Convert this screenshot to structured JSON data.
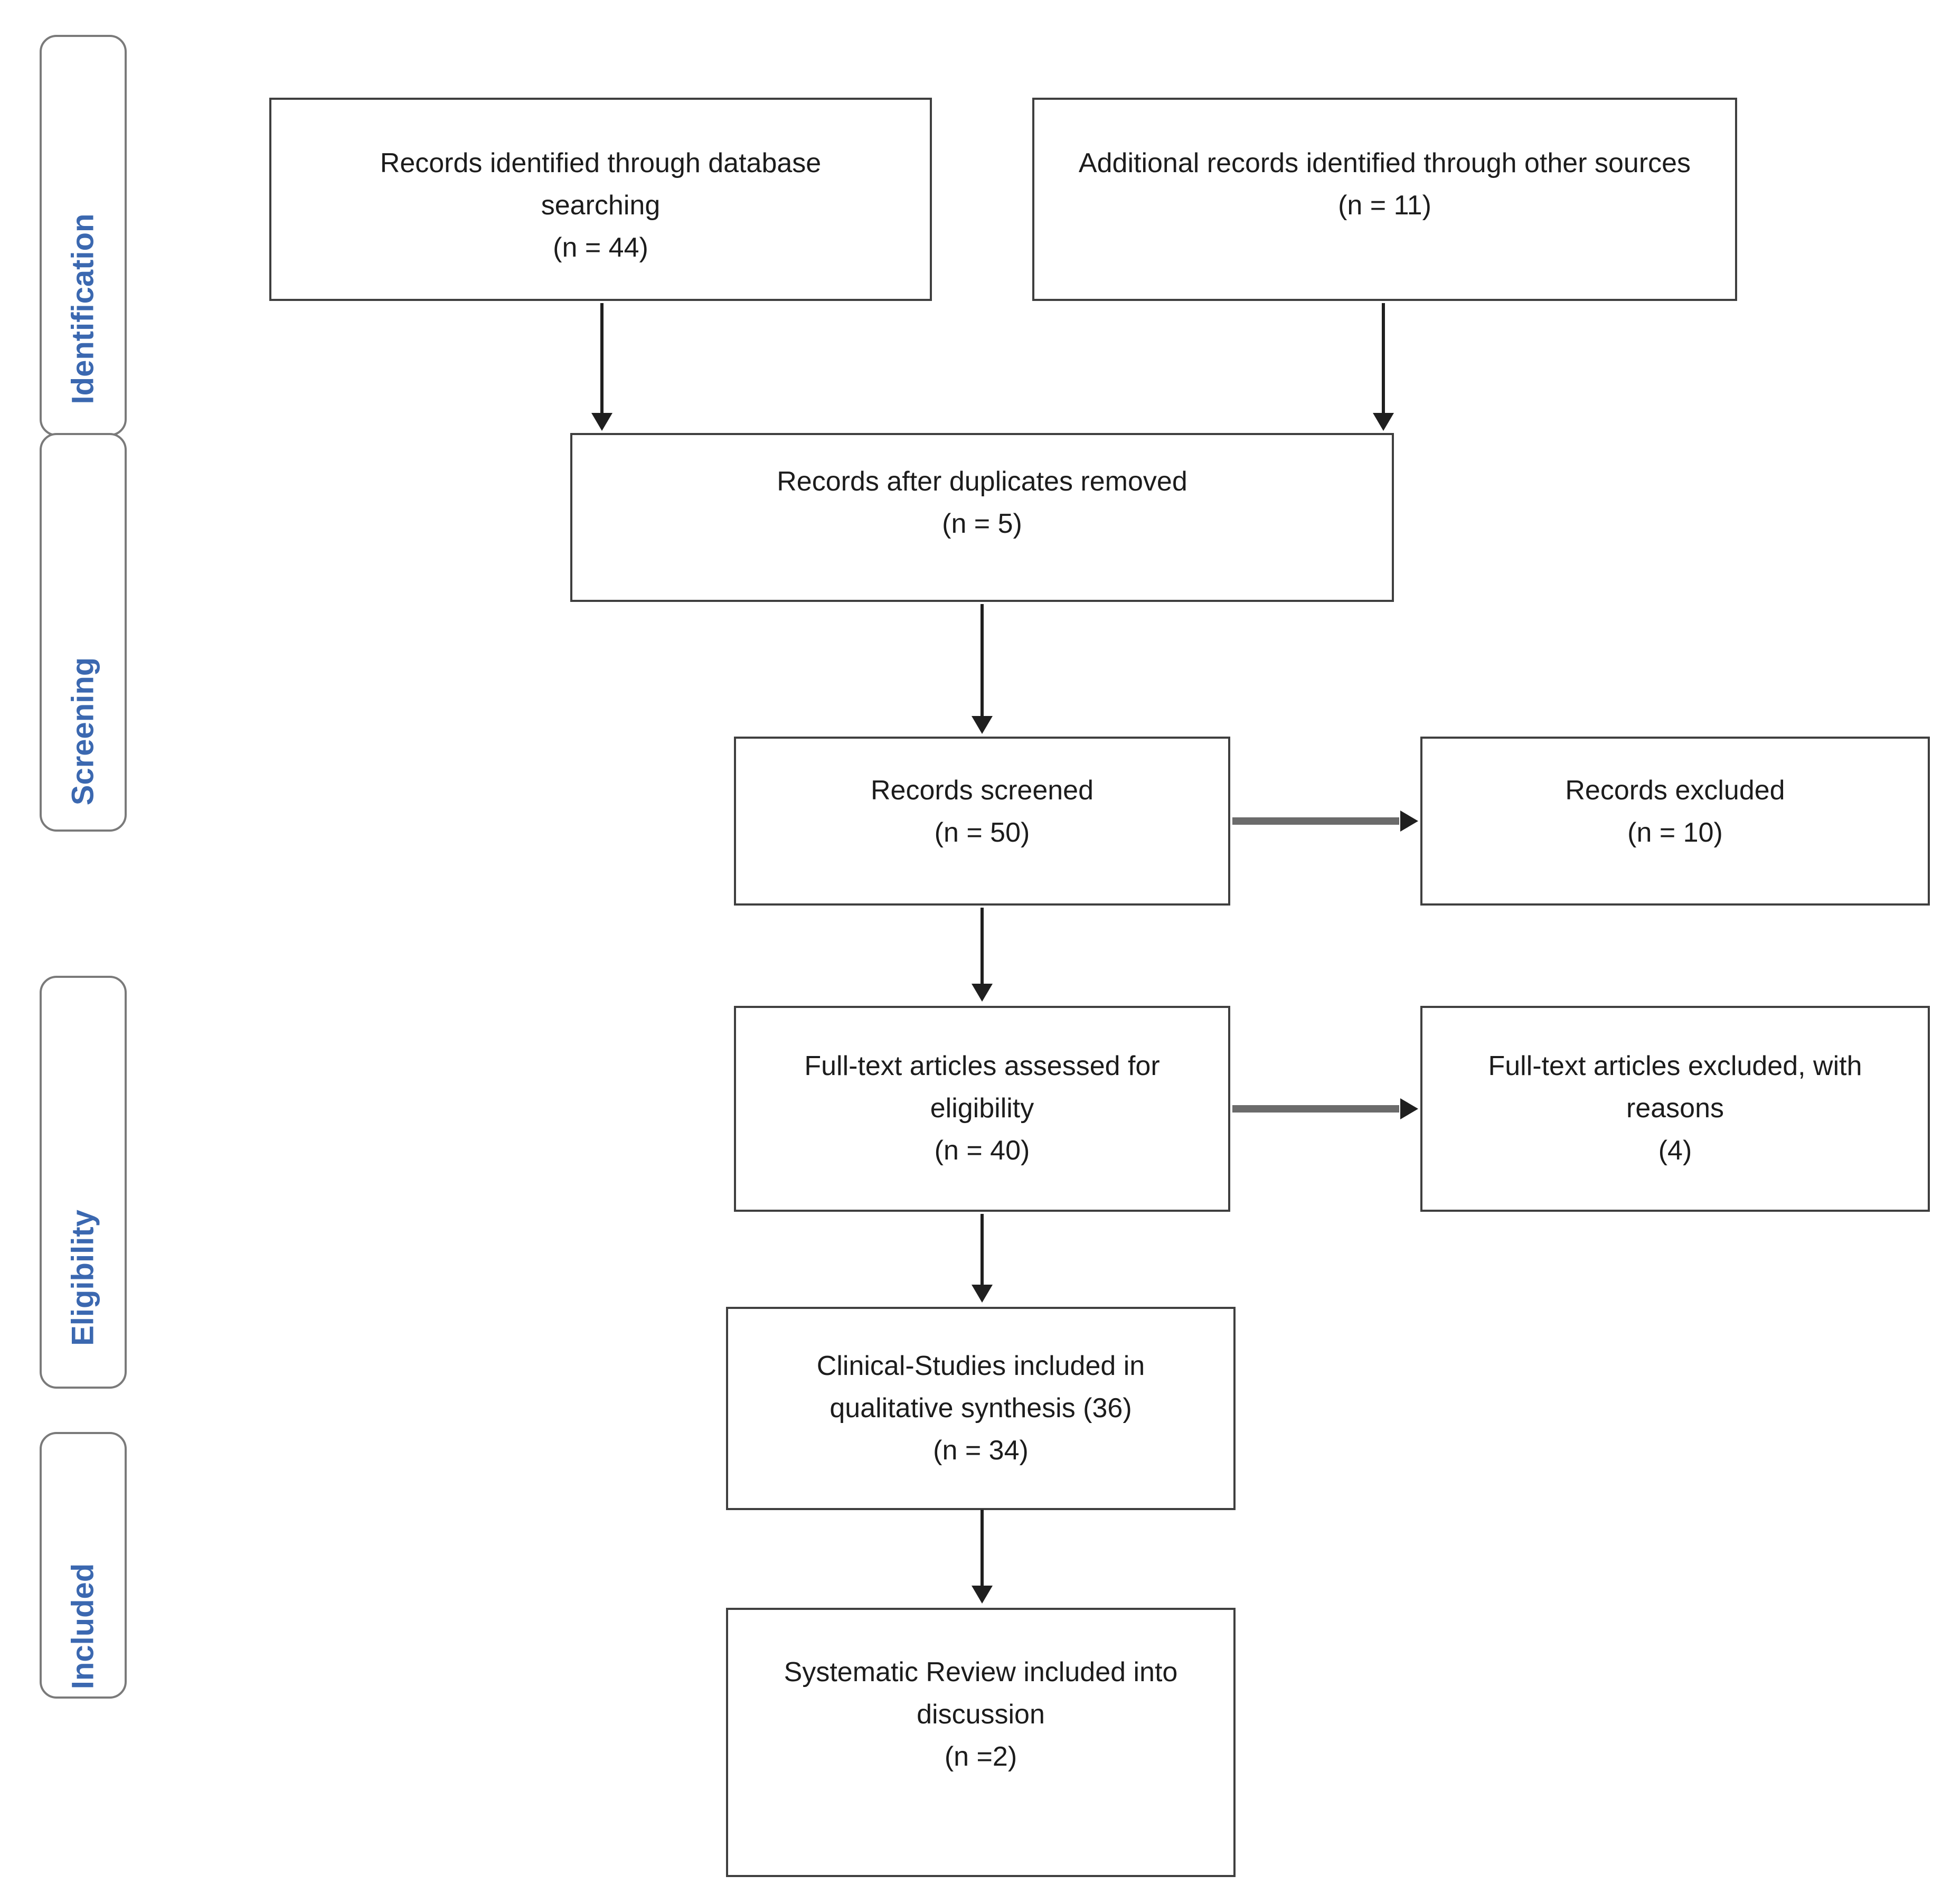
{
  "stages": [
    {
      "label": "Identification"
    },
    {
      "label": "Screening"
    },
    {
      "label": "Eligibility"
    },
    {
      "label": "Included"
    }
  ],
  "boxes": [
    {
      "name": "records-identified",
      "text": "Records identified through database searching",
      "count": "(n = 44)"
    },
    {
      "name": "additional-records",
      "text": "Additional records identified through other sources",
      "count": "(n = 11)"
    },
    {
      "name": "duplicates-removed",
      "text": "Records after duplicates removed",
      "count": "(n = 5)"
    },
    {
      "name": "records-screened",
      "text": "Records screened",
      "count": "(n = 50)"
    },
    {
      "name": "records-excluded",
      "text": "Records excluded",
      "count": "(n = 10)"
    },
    {
      "name": "fulltext-assessed",
      "text": "Full-text articles assessed for eligibility",
      "count": "(n = 40)"
    },
    {
      "name": "fulltext-excluded",
      "text": "Full-text articles excluded, with reasons",
      "count": "(4)"
    },
    {
      "name": "clinical-studies-included",
      "text": "Clinical-Studies included in qualitative synthesis (36)",
      "count": "(n = 34)"
    },
    {
      "name": "systematic-review-included",
      "text": "Systematic Review included into discussion",
      "count": "(n =2)"
    }
  ],
  "colors": {
    "stage_label": "#3b68b0",
    "box_border": "#3f3f3f",
    "arrow": "#1f1f1f",
    "connector_gray": "#6b6b6b"
  }
}
